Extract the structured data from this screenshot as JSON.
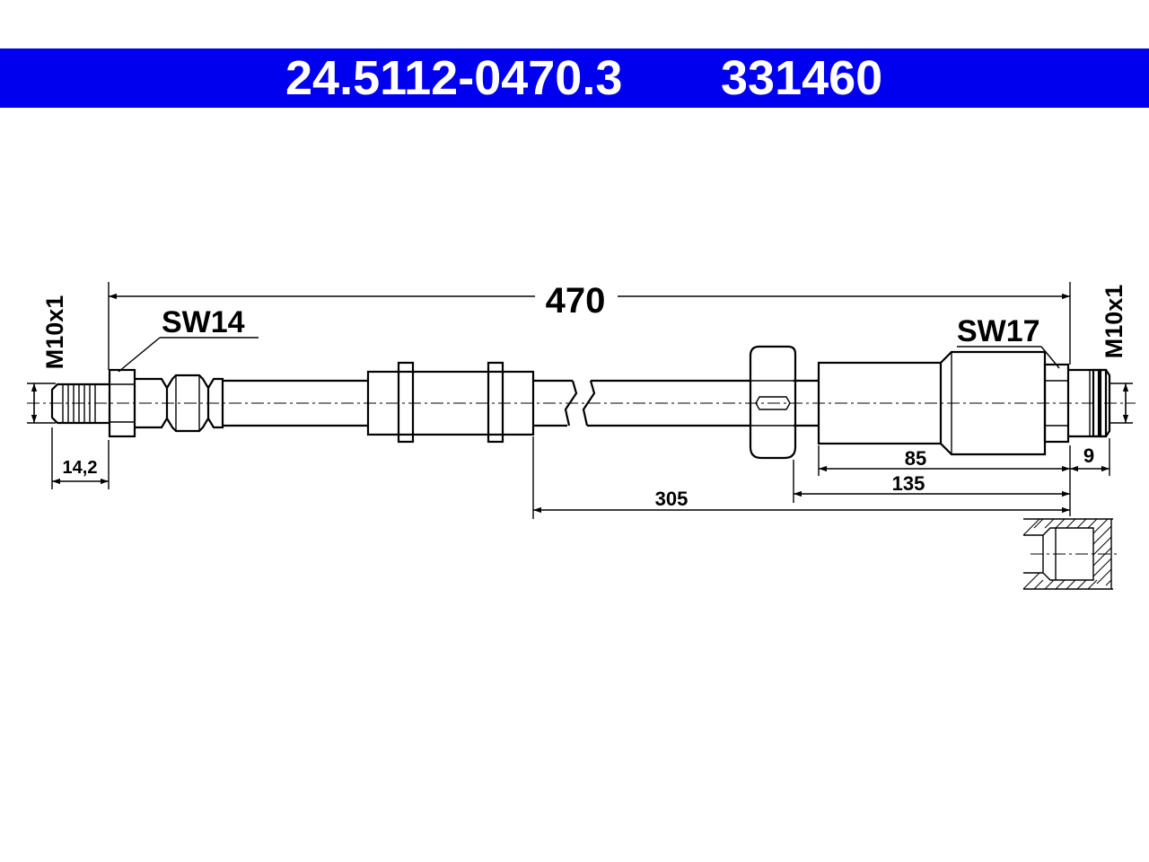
{
  "header": {
    "part_number": "24.5112-0470.3",
    "reference_number": "331460",
    "bar_color": "#0000ee",
    "text_color": "#ffffff"
  },
  "dimensions": {
    "overall_length": "470",
    "left_thread": "M10x1",
    "right_thread": "M10x1",
    "left_wrench": "SW14",
    "right_wrench": "SW17",
    "left_fitting_length": "14,2",
    "right_fitting_length": "9",
    "right_body_length": "85",
    "bracket_to_end": "135",
    "sleeve_to_end": "305"
  }
}
